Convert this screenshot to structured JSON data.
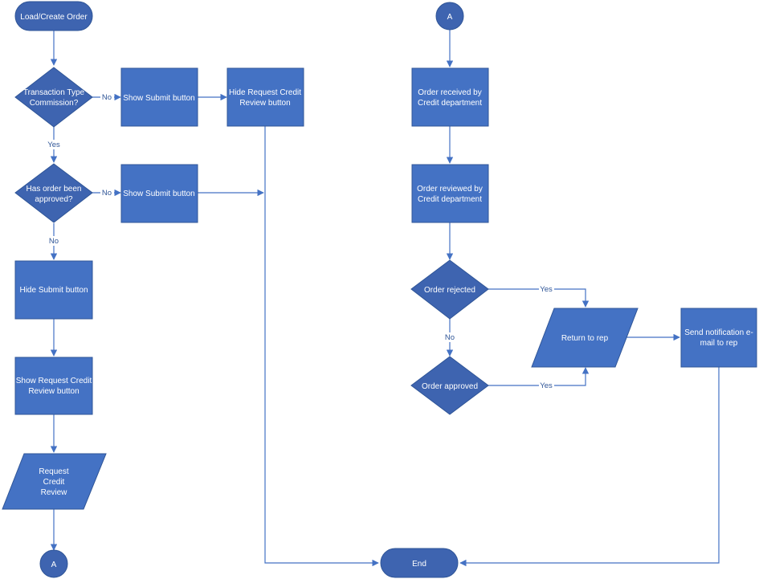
{
  "nodes": {
    "load_create_order": "Load/Create Order",
    "transaction_type_commission": [
      "Transaction Type",
      "Commission?"
    ],
    "show_submit_1": "Show Submit button",
    "hide_request_credit_review": [
      "Hide Request Credit",
      "Review button"
    ],
    "has_order_been_approved": [
      "Has order been",
      "approved?"
    ],
    "show_submit_2": "Show Submit button",
    "hide_submit": "Hide Submit button",
    "show_request_credit_review": [
      "Show Request Credit",
      "Review button"
    ],
    "request_credit_review": [
      "Request",
      "Credit",
      "Review"
    ],
    "connector_a_bottom": "A",
    "connector_a_top": "A",
    "order_received": [
      "Order received by",
      "Credit department"
    ],
    "order_reviewed": [
      "Order reviewed by",
      "Credit department"
    ],
    "order_rejected": "Order rejected",
    "order_approved": "Order approved",
    "return_to_rep": "Return to rep",
    "send_notification": [
      "Send notification e-",
      "mail to rep"
    ],
    "end": "End"
  },
  "edge_labels": {
    "no": "No",
    "yes": "Yes"
  },
  "colors": {
    "shape_fill": "#4472C4",
    "shape_stroke": "#2F5597",
    "connector": "#4472C4"
  }
}
